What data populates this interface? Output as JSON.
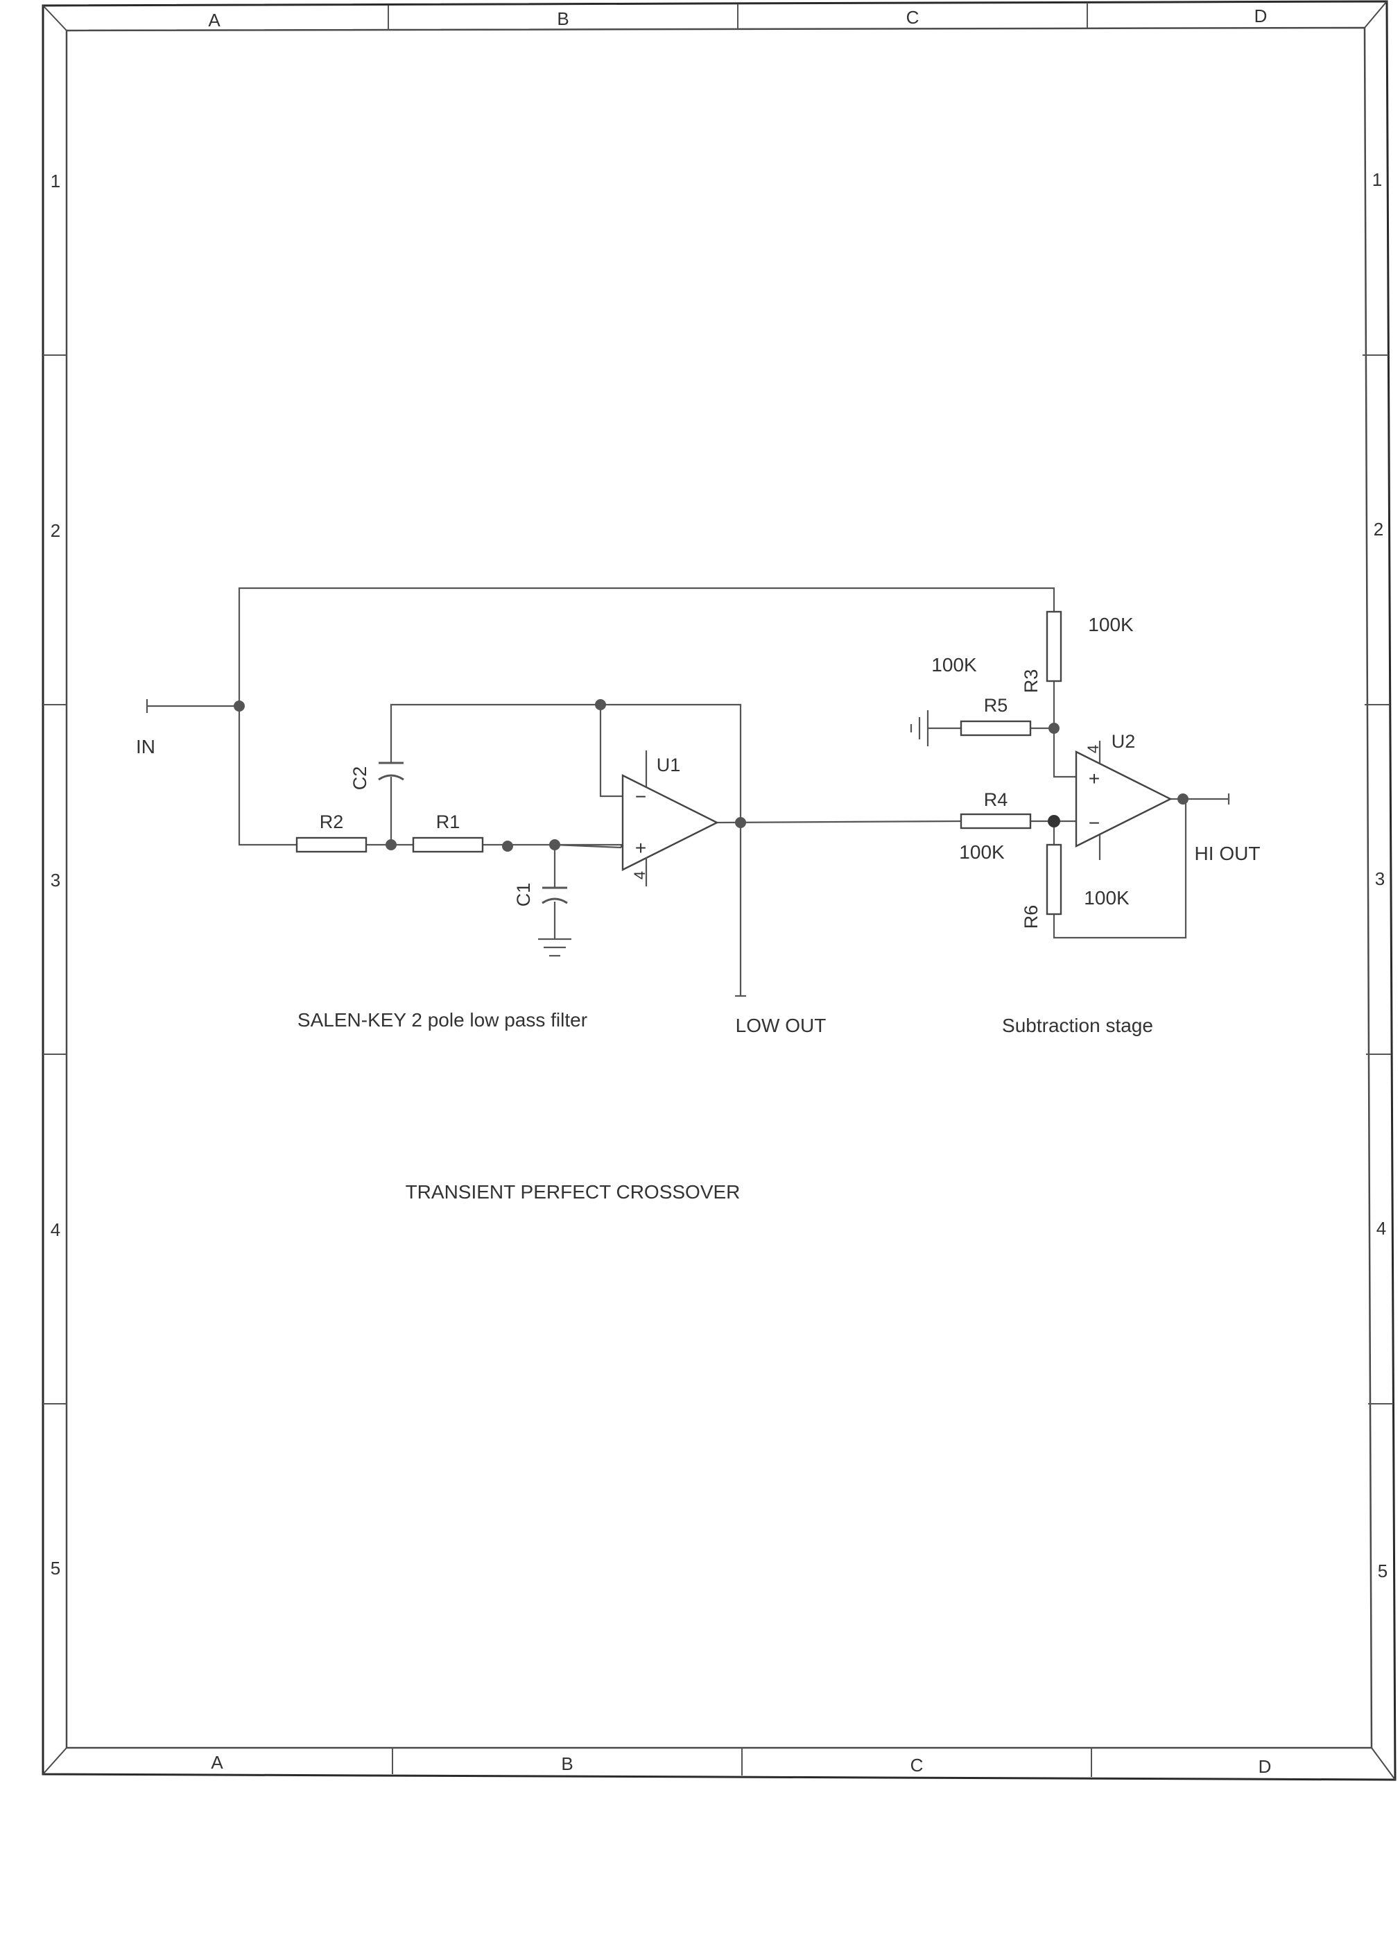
{
  "border": {
    "columns": [
      "A",
      "B",
      "C",
      "D"
    ],
    "rows": [
      "1",
      "2",
      "3",
      "4",
      "5"
    ]
  },
  "title": "TRANSIENT PERFECT CROSSOVER",
  "captions": {
    "filter": "SALEN-KEY 2 pole low pass filter",
    "subtraction": "Subtraction  stage"
  },
  "ports": {
    "input": "IN",
    "low_out": "LOW OUT",
    "hi_out": "HI OUT"
  },
  "components": {
    "r1": "R1",
    "r2": "R2",
    "c1": "C1",
    "c2": "C2",
    "u1": "U1",
    "u1_pin": "4",
    "r3": "R3",
    "r3_value": "100K",
    "r4": "R4",
    "r4_value": "100K",
    "r5": "R5",
    "r5_value": "100K",
    "r6": "R6",
    "r6_value": "100K",
    "u2": "U2",
    "u2_pin": "4",
    "plus": "+",
    "minus": "−"
  }
}
